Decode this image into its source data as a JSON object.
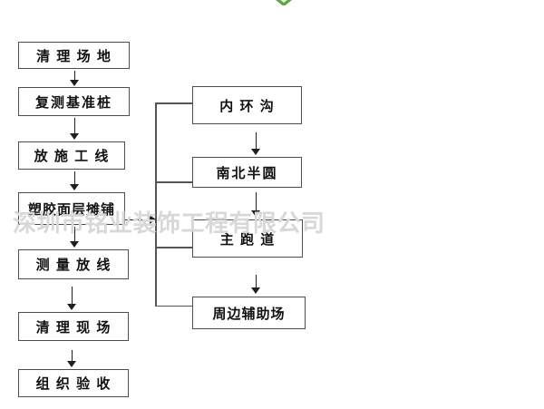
{
  "diagram": {
    "type": "flowchart",
    "left_column": [
      {
        "label": "清 理 场 地"
      },
      {
        "label": "复测基准桩"
      },
      {
        "label": "放 施 工 线"
      },
      {
        "label": "塑胶面层摊铺"
      },
      {
        "label": "测 量 放 线"
      },
      {
        "label": "清 理 现 场"
      },
      {
        "label": "组 织 验 收"
      }
    ],
    "right_column": [
      {
        "label": "内 环 沟"
      },
      {
        "label": "南北半圆"
      },
      {
        "label": "主 跑 道"
      },
      {
        "label": "周边辅助场"
      }
    ]
  },
  "watermark": {
    "text": "深圳市铭业装饰工程有限公司"
  },
  "icons": {
    "logo_chevron": "green-down-chevron"
  },
  "colors": {
    "background": "#ffffff",
    "box_border": "#4d4d4d",
    "arrow": "#1f1f1f",
    "connector": "#555555",
    "watermark": "#d8d8d8",
    "logo_green": "#5ca83c"
  }
}
